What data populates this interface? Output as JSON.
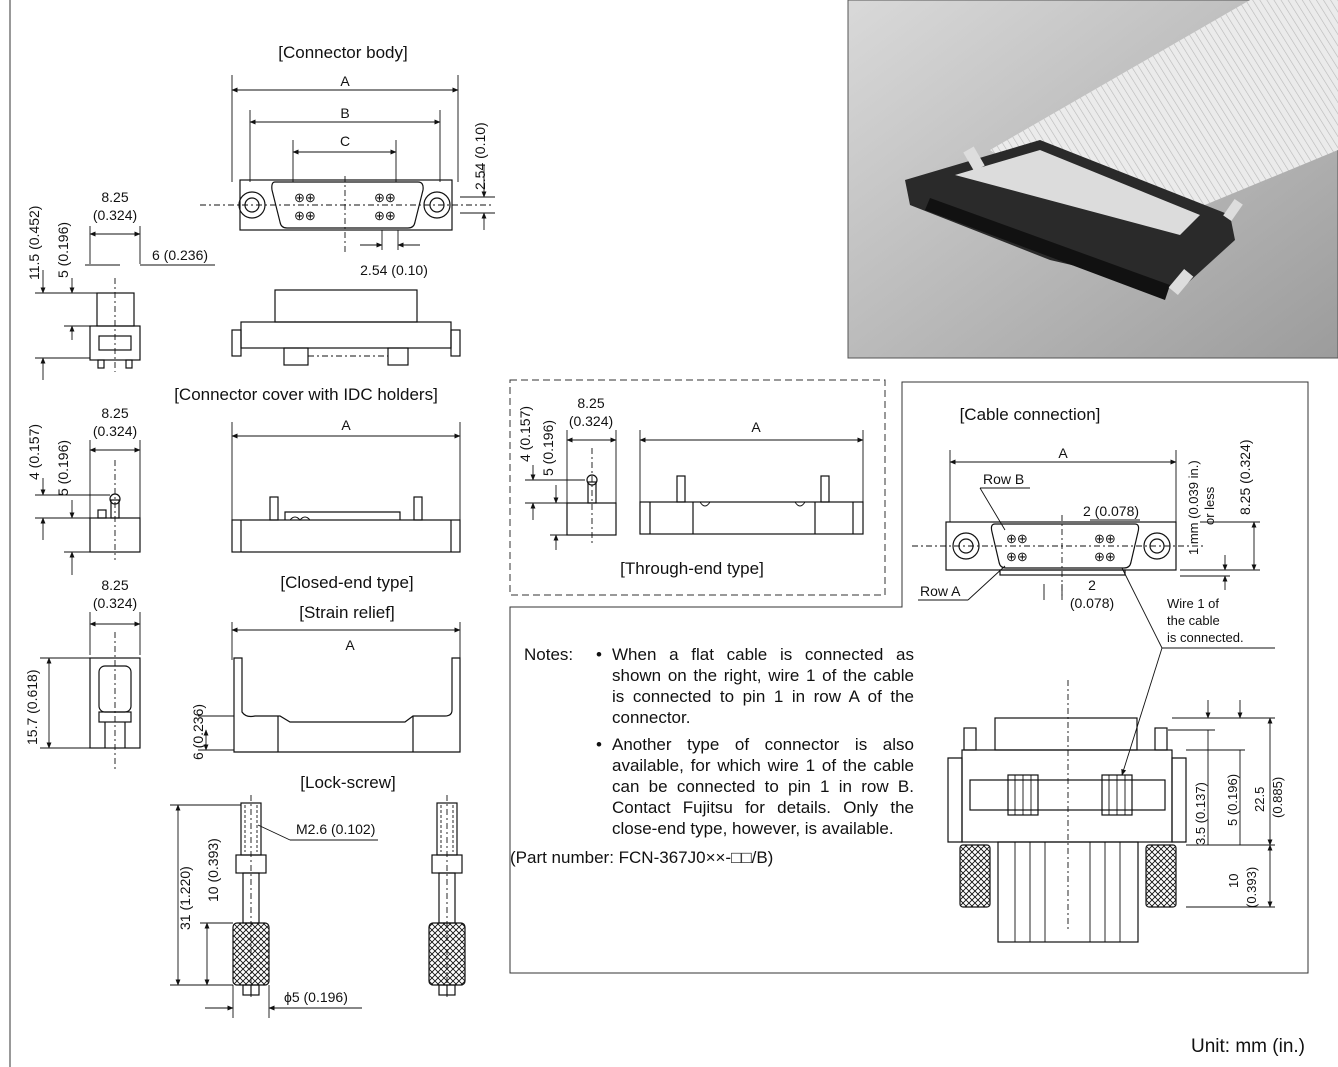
{
  "titles": {
    "connector_body": "[Connector body]",
    "connector_cover": "[Connector cover with IDC holders]",
    "closed_end": "[Closed-end type]",
    "strain_relief": "[Strain relief]",
    "lock_screw": "[Lock-screw]",
    "through_end": "[Through-end type]",
    "cable_connection": "[Cable connection]"
  },
  "dims": {
    "A": "A",
    "B": "B",
    "C": "C",
    "d_8_25": "8.25",
    "d_0_324": "(0.324)",
    "d_8_25_full": "8.25 (0.324)",
    "d_11_5": "11.5 (0.452)",
    "d_5": "5 (0.196)",
    "d_6": "6 (0.236)",
    "d_2_54": "2.54 (0.10)",
    "d_4": "4 (0.157)",
    "d_15_7": "15.7 (0.618)",
    "d_m26": "M2.6 (0.102)",
    "d_31": "31 (1.220)",
    "d_10": "10 (0.393)",
    "d_phi5": "ϕ5 (0.196)",
    "d_1mm": "1 mm (0.039 in.)",
    "d_orless": "or less",
    "d_2_078": "2 (0.078)",
    "d_2": "2",
    "d_0_078": "(0.078)",
    "d_3_5": "3.5 (0.137)",
    "d_22_5": "22.5",
    "d_0_885": "(0.885)",
    "d_10b": "10",
    "d_0_393": "(0.393)"
  },
  "labels": {
    "row_a": "Row A",
    "row_b": "Row B",
    "wire1_l1": "Wire 1 of",
    "wire1_l2": "the cable",
    "wire1_l3": "is connected."
  },
  "notes": {
    "label": "Notes:",
    "bullet": "•",
    "item1": "When a flat cable is connected as shown on the right, wire 1 of the cable is connected to pin 1 in row A of the connector.",
    "item2": "Another type of connector is also available, for which wire 1 of the cable can be connected to pin 1 in row B. Contact Fujitsu for details. Only the close-end type, however, is available.",
    "part_number": "(Part number:  FCN-367J0××-□□/B)"
  },
  "unit": "Unit:  mm (in.)"
}
